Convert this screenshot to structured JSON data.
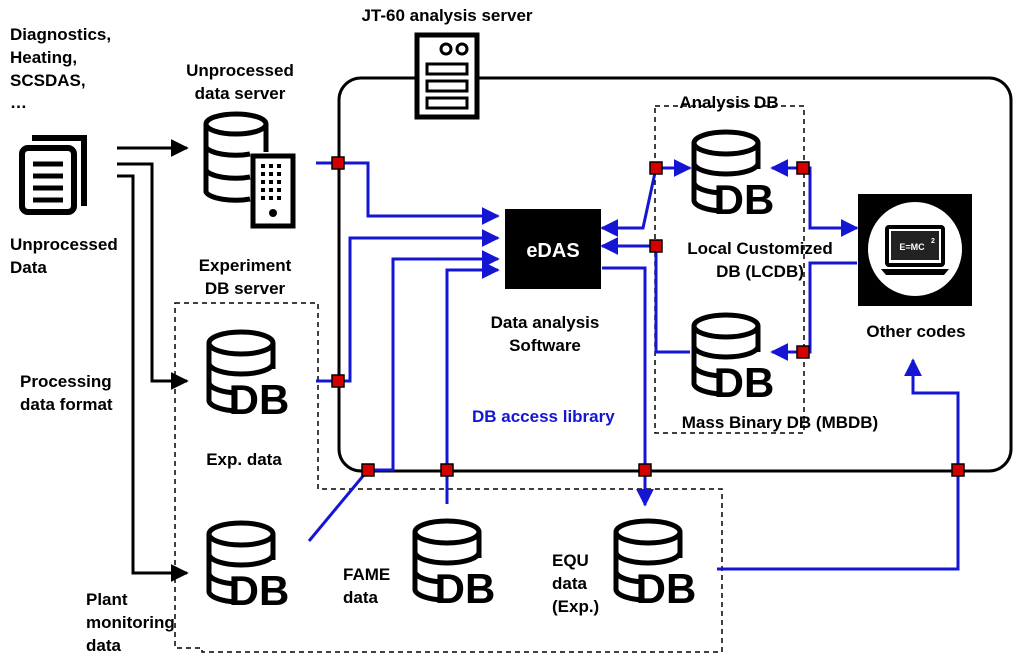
{
  "colors": {
    "link": "#1515d4",
    "connector": "#d40000",
    "ink": "#000000",
    "panel": "#000000",
    "panel_text": "#ffffff"
  },
  "labels": {
    "jt60_server": "JT-60 analysis server",
    "source_line1": "Diagnostics,",
    "source_line2": "Heating,",
    "source_line3": "SCSDAS,",
    "source_line4": "…",
    "unprocessed_data_line1": "Unprocessed",
    "unprocessed_data_line2": "Data",
    "unprocessed_server_line1": "Unprocessed",
    "unprocessed_server_line2": "data server",
    "experiment_server_line1": "Experiment",
    "experiment_server_line2": "DB server",
    "processing_line1": "Processing",
    "processing_line2": "data format",
    "exp_data": "Exp. data",
    "plant_line1": "Plant",
    "plant_line2": "monitoring",
    "plant_line3": "data",
    "edas": "eDAS",
    "software_line1": "Data analysis",
    "software_line2": "Software",
    "db_access_library": "DB access library",
    "analysis_db": "Analysis DB",
    "lcdb_line1": "Local Customized",
    "lcdb_line2": "DB (LCDB)",
    "mbdb": "Mass Binary DB (MBDB)",
    "other_codes": "Other codes",
    "formula": "E=MC",
    "formula_exp": "2",
    "fame_line1": "FAME",
    "fame_line2": "data",
    "equ_line1": "EQU",
    "equ_line2": "data",
    "equ_line3": "(Exp.)",
    "db_glyph": "DB"
  },
  "icons": {
    "document": "document-stack-icon",
    "server": "server-rack-icon",
    "database": "database-db-icon",
    "computer": "laptop-formula-icon"
  }
}
